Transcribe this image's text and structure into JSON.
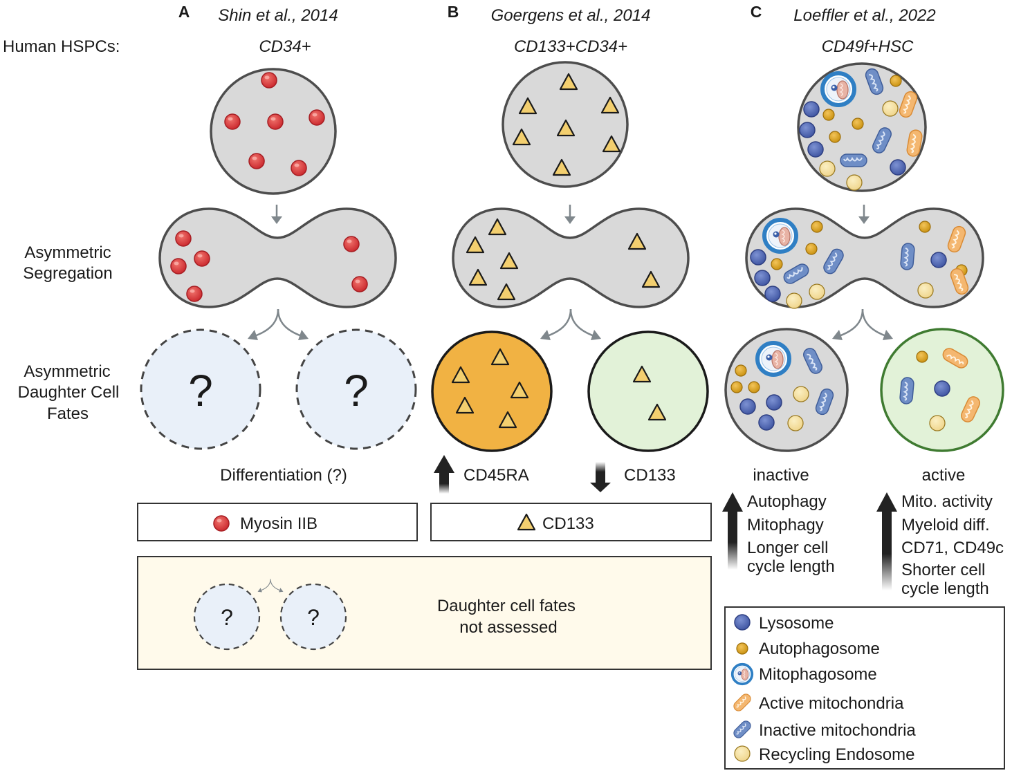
{
  "panels": {
    "a": {
      "letter": "A",
      "citation": "Shin et al., 2014",
      "population": "CD34+"
    },
    "b": {
      "letter": "B",
      "citation": "Goergens et al., 2014",
      "population": "CD133+CD34+"
    },
    "c": {
      "letter": "C",
      "citation": "Loeffler et al., 2022",
      "population": "CD49f+HSC"
    }
  },
  "row_labels": {
    "hspcs": "Human HSPCs:",
    "seg_1": "Asymmetric",
    "seg_2": "Segregation",
    "fate_1": "Asymmetric",
    "fate_2": "Daughter Cell",
    "fate_3": "Fates"
  },
  "fates": {
    "a_unknown_mark": "?",
    "a_outcome": "Differentiation (?)",
    "b_left": "CD45RA",
    "b_right": "CD133",
    "c_left_state": "inactive",
    "c_right_state": "active",
    "c_left_lines": [
      "Autophagy",
      "Mitophagy",
      "Longer cell",
      "cycle length"
    ],
    "c_right_lines": [
      "Mito. activity",
      "Myeloid diff.",
      "CD71, CD49c",
      "Shorter cell",
      "cycle length"
    ]
  },
  "marker_boxes": {
    "a": "Myosin IIB",
    "b": "CD133"
  },
  "not_assessed": {
    "mark": "?",
    "line1": "Daughter cell fates",
    "line2": "not assessed"
  },
  "legend": {
    "items": [
      {
        "icon": "lysosome-icon",
        "label": "Lysosome"
      },
      {
        "icon": "autophagosome-icon",
        "label": "Autophagosome"
      },
      {
        "icon": "mitophagosome-icon",
        "label": "Mitophagosome"
      },
      {
        "icon": "active-mitochondria-icon",
        "label": "Active mitochondria"
      },
      {
        "icon": "inactive-mitochondria-icon",
        "label": "Inactive mitochondria"
      },
      {
        "icon": "recycling-endosome-icon",
        "label": "Recycling Endosome"
      }
    ]
  },
  "colors": {
    "cell_fill": "#d9d9d9",
    "cell_stroke": "#4d4d4d",
    "myosin": "#d8363a",
    "cd133": "#f3cf6f",
    "cd45ra_cell": "#f1b243",
    "cd133_low_cell": "#e2f2d8",
    "fate_green": "#3f7b31",
    "unknown_cell": "#e9f0f9",
    "lysosome": "#4a63b2",
    "autophagosome": "#e0a527",
    "mitophagosome": "#3b85c6",
    "active_mito": "#f4b770",
    "inactive_mito": "#6f8ec6",
    "endosome": "#f6e29b",
    "note_box": "#fffaeb"
  }
}
